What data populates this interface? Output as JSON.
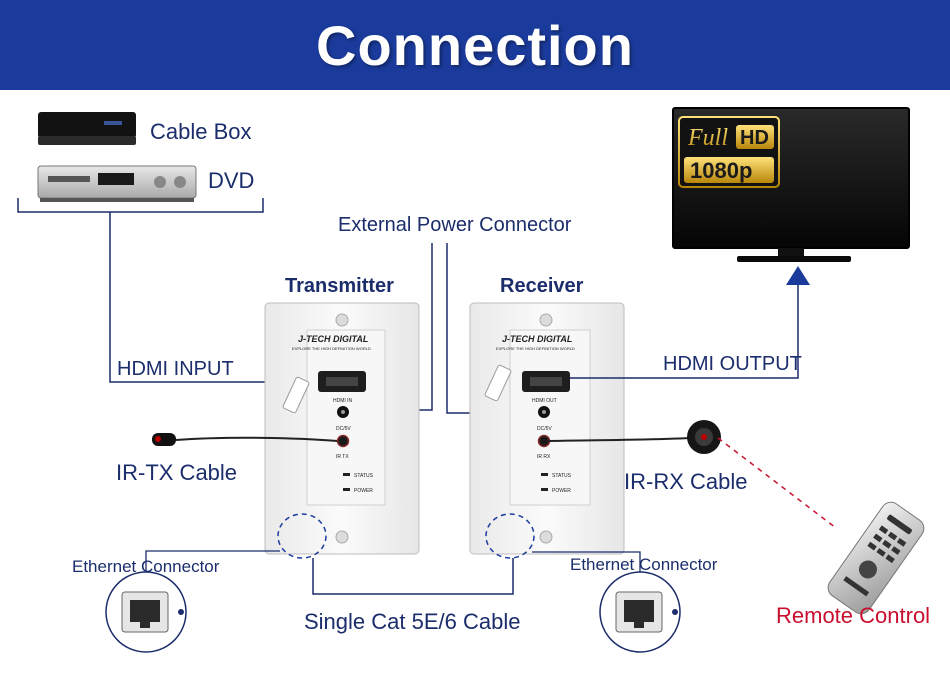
{
  "header": {
    "title": "Connection"
  },
  "sources": {
    "cable_box": "Cable Box",
    "dvd": "DVD"
  },
  "tv": {
    "badge_full": "Full",
    "badge_hd": "HD",
    "badge_res": "1080p"
  },
  "labels": {
    "external_power": "External Power Connector",
    "transmitter": "Transmitter",
    "receiver": "Receiver",
    "hdmi_input": "HDMI INPUT",
    "hdmi_output": "HDMI OUTPUT",
    "ir_tx": "IR-TX Cable",
    "ir_rx": "IR-RX Cable",
    "ethernet_left": "Ethernet Connector",
    "ethernet_right": "Ethernet Connector",
    "cat_cable": "Single Cat 5E/6 Cable",
    "remote": "Remote Control"
  },
  "plates": {
    "brand": "J-TECH DIGITAL",
    "tagline": "EXPLORE THE HIGH DEFINITION WORLD",
    "tx_hdmi": "HDMI IN",
    "rx_hdmi": "HDMI OUT",
    "dc": "DC/5V",
    "tx_ir": "IR TX",
    "rx_ir": "IR RX",
    "status": "STATUS",
    "power": "POWER"
  },
  "colors": {
    "banner": "#1b3b9c",
    "label_text": "#1b2d6b",
    "line": "#1b2d6b",
    "remote_text": "#c8102e",
    "laser": "#c8102e"
  }
}
